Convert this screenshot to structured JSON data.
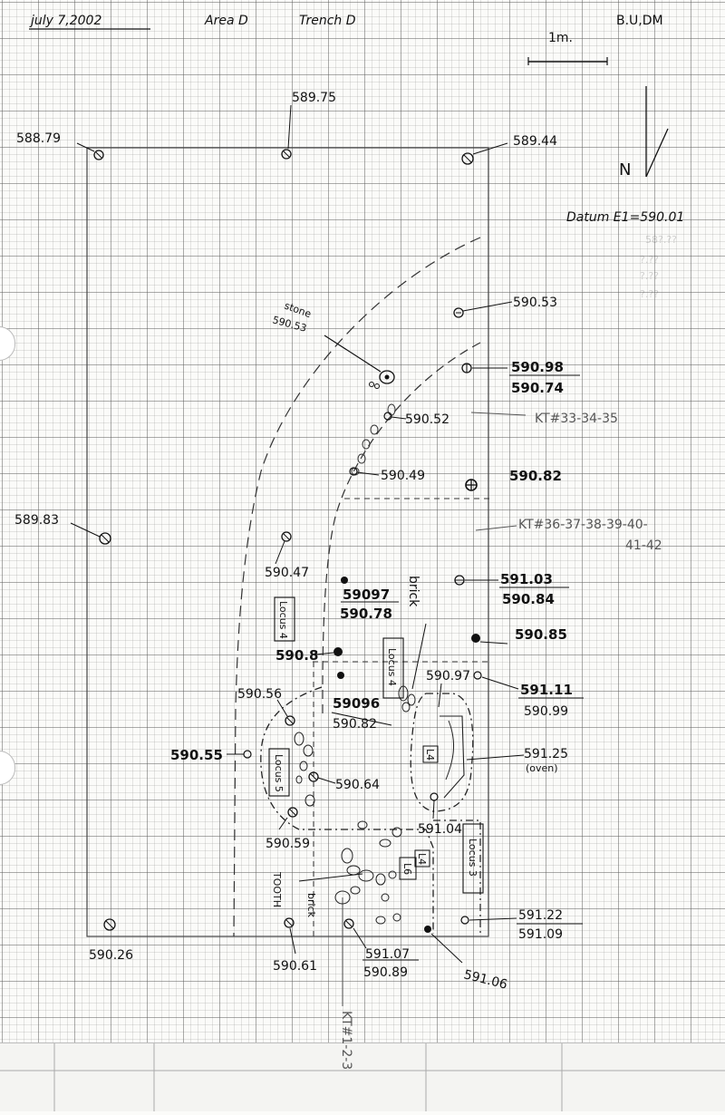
{
  "header": {
    "date": "july 7,2002",
    "area": "Area D",
    "trench": "Trench D",
    "initials": "B.U,DM",
    "scale_label": "1m.",
    "north_label": "N",
    "datum": "Datum E1=590.01"
  },
  "trench_corners": [
    {
      "id": "corner-nw",
      "label": "588.79"
    },
    {
      "id": "north-mid",
      "label": "589.75"
    },
    {
      "id": "corner-ne",
      "label": "589.44"
    },
    {
      "id": "west-mid",
      "label": "589.83"
    },
    {
      "id": "corner-sw",
      "label": "590.26"
    }
  ],
  "elevations": [
    {
      "id": "e1",
      "label": "590.53"
    },
    {
      "id": "e2",
      "top": "590.98",
      "bottom": "590.74"
    },
    {
      "id": "e3",
      "label": "590.52"
    },
    {
      "id": "e4",
      "label": "590.49"
    },
    {
      "id": "e5",
      "label": "590.82"
    },
    {
      "id": "e6",
      "label": "590.47"
    },
    {
      "id": "e7",
      "top": "591.03",
      "bottom": "590.84"
    },
    {
      "id": "e8",
      "top": "59097",
      "bottom": "590.78"
    },
    {
      "id": "e9",
      "label": "590.85"
    },
    {
      "id": "e10",
      "label": "590.8"
    },
    {
      "id": "e11",
      "label": "590.97"
    },
    {
      "id": "e12",
      "top": "591.11",
      "bottom": "590.99"
    },
    {
      "id": "e13",
      "label": "590.56"
    },
    {
      "id": "e14",
      "top": "59096",
      "bottom": "590.82"
    },
    {
      "id": "e15",
      "label": "590.55"
    },
    {
      "id": "e16",
      "label": "590.64"
    },
    {
      "id": "e17",
      "top": "591.25",
      "bottom": "(oven)"
    },
    {
      "id": "e18",
      "label": "590.59"
    },
    {
      "id": "e19",
      "label": "591.04"
    },
    {
      "id": "e20",
      "top": "591.22",
      "bottom": "591.09"
    },
    {
      "id": "e21",
      "label": "590.61"
    },
    {
      "id": "e22",
      "top": "591.07",
      "bottom": "590.89"
    },
    {
      "id": "e23",
      "label": "591.06"
    },
    {
      "id": "stone",
      "label1": "stone",
      "label2": "590.53"
    }
  ],
  "kt_labels": {
    "kt1": "KT#33-34-35",
    "kt2a": "KT#36-37-38-39-40-",
    "kt2b": "41-42",
    "kt3": "KT#1-2-3"
  },
  "locus_labels": {
    "locus4_a": "Locus 4",
    "locus4_b": "Locus 4",
    "locus5": "Locus 5",
    "locus3": "Locus 3",
    "l4": "L4",
    "l6": "L6",
    "l4b": "L4"
  },
  "annotations": {
    "brick1": "brick",
    "brick2": "brick",
    "tooth": "TOOTH"
  },
  "faded_ghost": [
    "58?.??",
    "?.??",
    "?.??",
    "?.??"
  ],
  "colors": {
    "ink": "#111111",
    "pencil": "#555555",
    "grid": "#8a8a8a"
  }
}
